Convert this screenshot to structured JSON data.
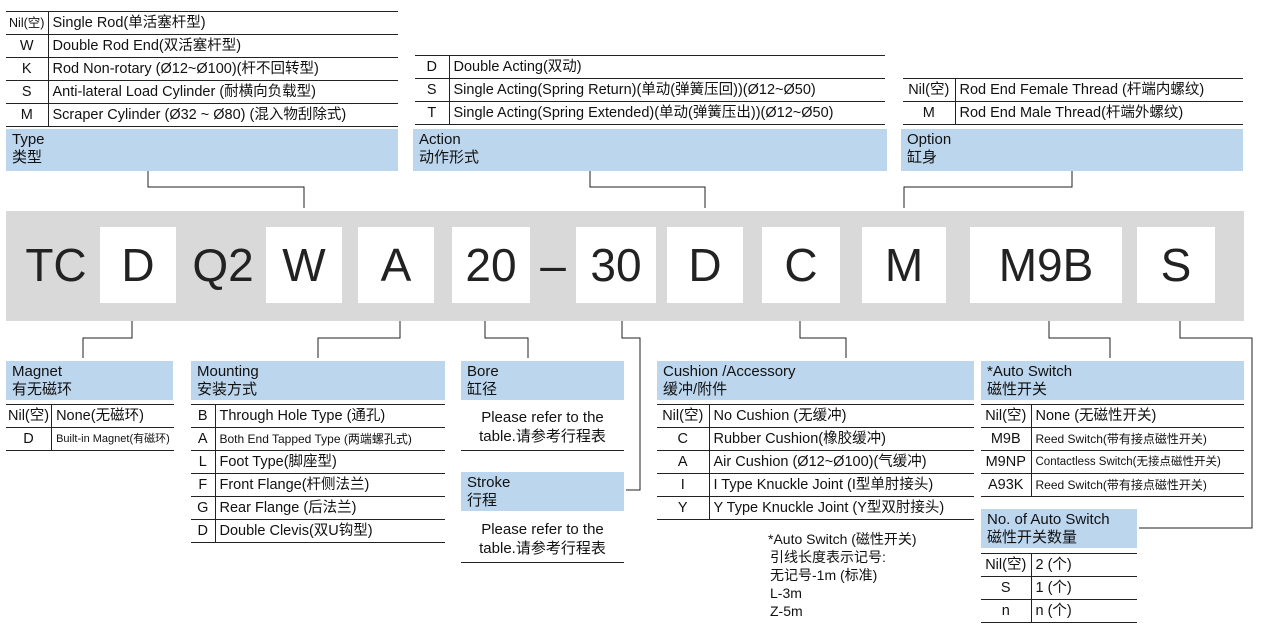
{
  "type_table": [
    {
      "key": "Nil(空)",
      "value": "Single Rod(单活塞杆型)"
    },
    {
      "key": "W",
      "value": "Double Rod End(双活塞杆型)"
    },
    {
      "key": "K",
      "value": "Rod Non-rotary (Ø12~Ø100)(杆不回转型)"
    },
    {
      "key": "S",
      "value": "Anti-lateral Load Cylinder (耐横向负载型)"
    },
    {
      "key": "M",
      "value": "Scraper Cylinder (Ø32 ~ Ø80) (混入物刮除式)"
    }
  ],
  "action_table": [
    {
      "key": "D",
      "value": "Double Acting(双动)"
    },
    {
      "key": "S",
      "value": "Single Acting(Spring Return)(单动(弹簧压回))(Ø12~Ø50)"
    },
    {
      "key": "T",
      "value": "Single Acting(Spring Extended)(单动(弹簧压出))(Ø12~Ø50)"
    }
  ],
  "option_table": [
    {
      "key": "Nil(空)",
      "value": "Rod End Female Thread (杆端内螺纹)"
    },
    {
      "key": "M",
      "value": "Rod End  Male  Thread(杆端外螺纹)"
    }
  ],
  "headers": {
    "type": {
      "en": "Type",
      "zh": "类型"
    },
    "action": {
      "en": "Action",
      "zh": "动作形式"
    },
    "option": {
      "en": "Option",
      "zh": "缸身"
    },
    "magnet": {
      "en": "Magnet",
      "zh": "有无磁环"
    },
    "mounting": {
      "en": "Mounting",
      "zh": "安装方式"
    },
    "bore": {
      "en": "Bore",
      "zh": "缸径"
    },
    "stroke": {
      "en": "Stroke",
      "zh": "行程"
    },
    "cushion": {
      "en": "Cushion /Accessory",
      "zh": "缓冲/附件"
    },
    "auto_switch": {
      "en": "*Auto Switch",
      "zh": "磁性开关"
    },
    "num_switch": {
      "en": "No. of Auto Switch",
      "zh": "磁性开关数量"
    }
  },
  "code": [
    "TC",
    "D",
    "Q2",
    "W",
    "A",
    "20",
    "–",
    "30",
    "D",
    "C",
    "M",
    "M9B",
    "S"
  ],
  "magnet_table": [
    {
      "key": "Nil(空)",
      "value": "None(无磁环)"
    },
    {
      "key": "D",
      "value": "Built-in Magnet(有磁环)"
    }
  ],
  "mounting_table": [
    {
      "key": "B",
      "value": "Through Hole Type (通孔)"
    },
    {
      "key": "A",
      "value": "Both End Tapped Type (两端螺孔式)"
    },
    {
      "key": "L",
      "value": "Foot Type(脚座型)"
    },
    {
      "key": "F",
      "value": "Front Flange(杆侧法兰)"
    },
    {
      "key": "G",
      "value": "Rear Flange (后法兰)"
    },
    {
      "key": "D",
      "value": "Double Clevis(双U钩型)"
    }
  ],
  "bore_ref": {
    "line1": "Please refer to the",
    "line2": "table.请参考行程表"
  },
  "stroke_ref": {
    "line1": "Please refer to the",
    "line2": "table.请参考行程表"
  },
  "cushion_table": [
    {
      "key": "Nil(空)",
      "value": "No Cushion (无缓冲)"
    },
    {
      "key": "C",
      "value": "Rubber Cushion(橡胶缓冲)"
    },
    {
      "key": "A",
      "value": "Air Cushion  (Ø12~Ø100)(气缓冲)"
    },
    {
      "key": "I",
      "value": "I Type Knuckle Joint  (I型单肘接头)"
    },
    {
      "key": "Y",
      "value": "Y Type Knuckle Joint  (Y型双肘接头)"
    }
  ],
  "auto_switch_table": [
    {
      "key": "Nil(空)",
      "value": "None (无磁性开关)"
    },
    {
      "key": "M9B",
      "value": "Reed Switch(带有接点磁性开关)"
    },
    {
      "key": "M9NP",
      "value": "Contactless Switch(无接点磁性开关)"
    },
    {
      "key": "A93K",
      "value": "Reed Switch(带有接点磁性开关)"
    }
  ],
  "num_switch_table": [
    {
      "key": "Nil(空)",
      "value": "2 (个)"
    },
    {
      "key": "S",
      "value": "1 (个)"
    },
    {
      "key": "n",
      "value": "n (个)"
    }
  ],
  "lead_note": [
    "*Auto Switch (磁性开关)",
    "引线长度表示记号:",
    "无记号-1m (标准)",
    "L-3m",
    "Z-5m"
  ]
}
